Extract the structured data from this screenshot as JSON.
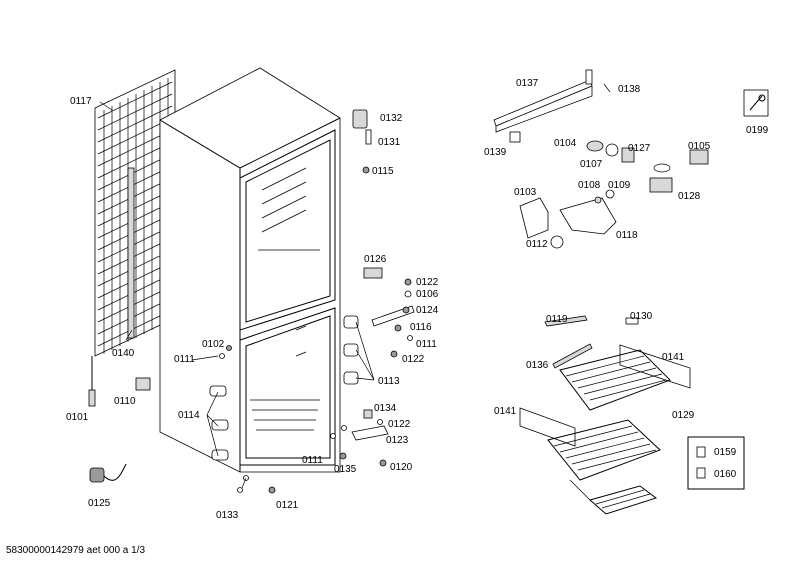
{
  "labels": {
    "l0117": "0117",
    "l0140": "0140",
    "l0101": "0101",
    "l0110": "0110",
    "l0125": "0125",
    "l0132": "0132",
    "l0131": "0131",
    "l0115": "0115",
    "l0126": "0126",
    "l0122a": "0122",
    "l0106": "0106",
    "l0124": "0124",
    "l0116": "0116",
    "l0111a": "0111",
    "l0122b": "0122",
    "l0113": "0113",
    "l0102": "0102",
    "l0111b": "0111",
    "l0114": "0114",
    "l0134": "0134",
    "l0122c": "0122",
    "l0123": "0123",
    "l0111c": "0111",
    "l0135": "0135",
    "l0120": "0120",
    "l0133": "0133",
    "l0121": "0121",
    "l0137": "0137",
    "l0138": "0138",
    "l0139": "0139",
    "l0104": "0104",
    "l0127": "0127",
    "l0107": "0107",
    "l0105": "0105",
    "l0103": "0103",
    "l0108": "0108",
    "l0109": "0109",
    "l0128": "0128",
    "l0112": "0112",
    "l0118": "0118",
    "l0199": "0199",
    "l0119": "0119",
    "l0130": "0130",
    "l0136": "0136",
    "l0141a": "0141",
    "l0141b": "0141",
    "l0129": "0129",
    "l0159": "0159",
    "l0160": "0160"
  },
  "footer": "58300000142979 aet 000 a 1/3"
}
